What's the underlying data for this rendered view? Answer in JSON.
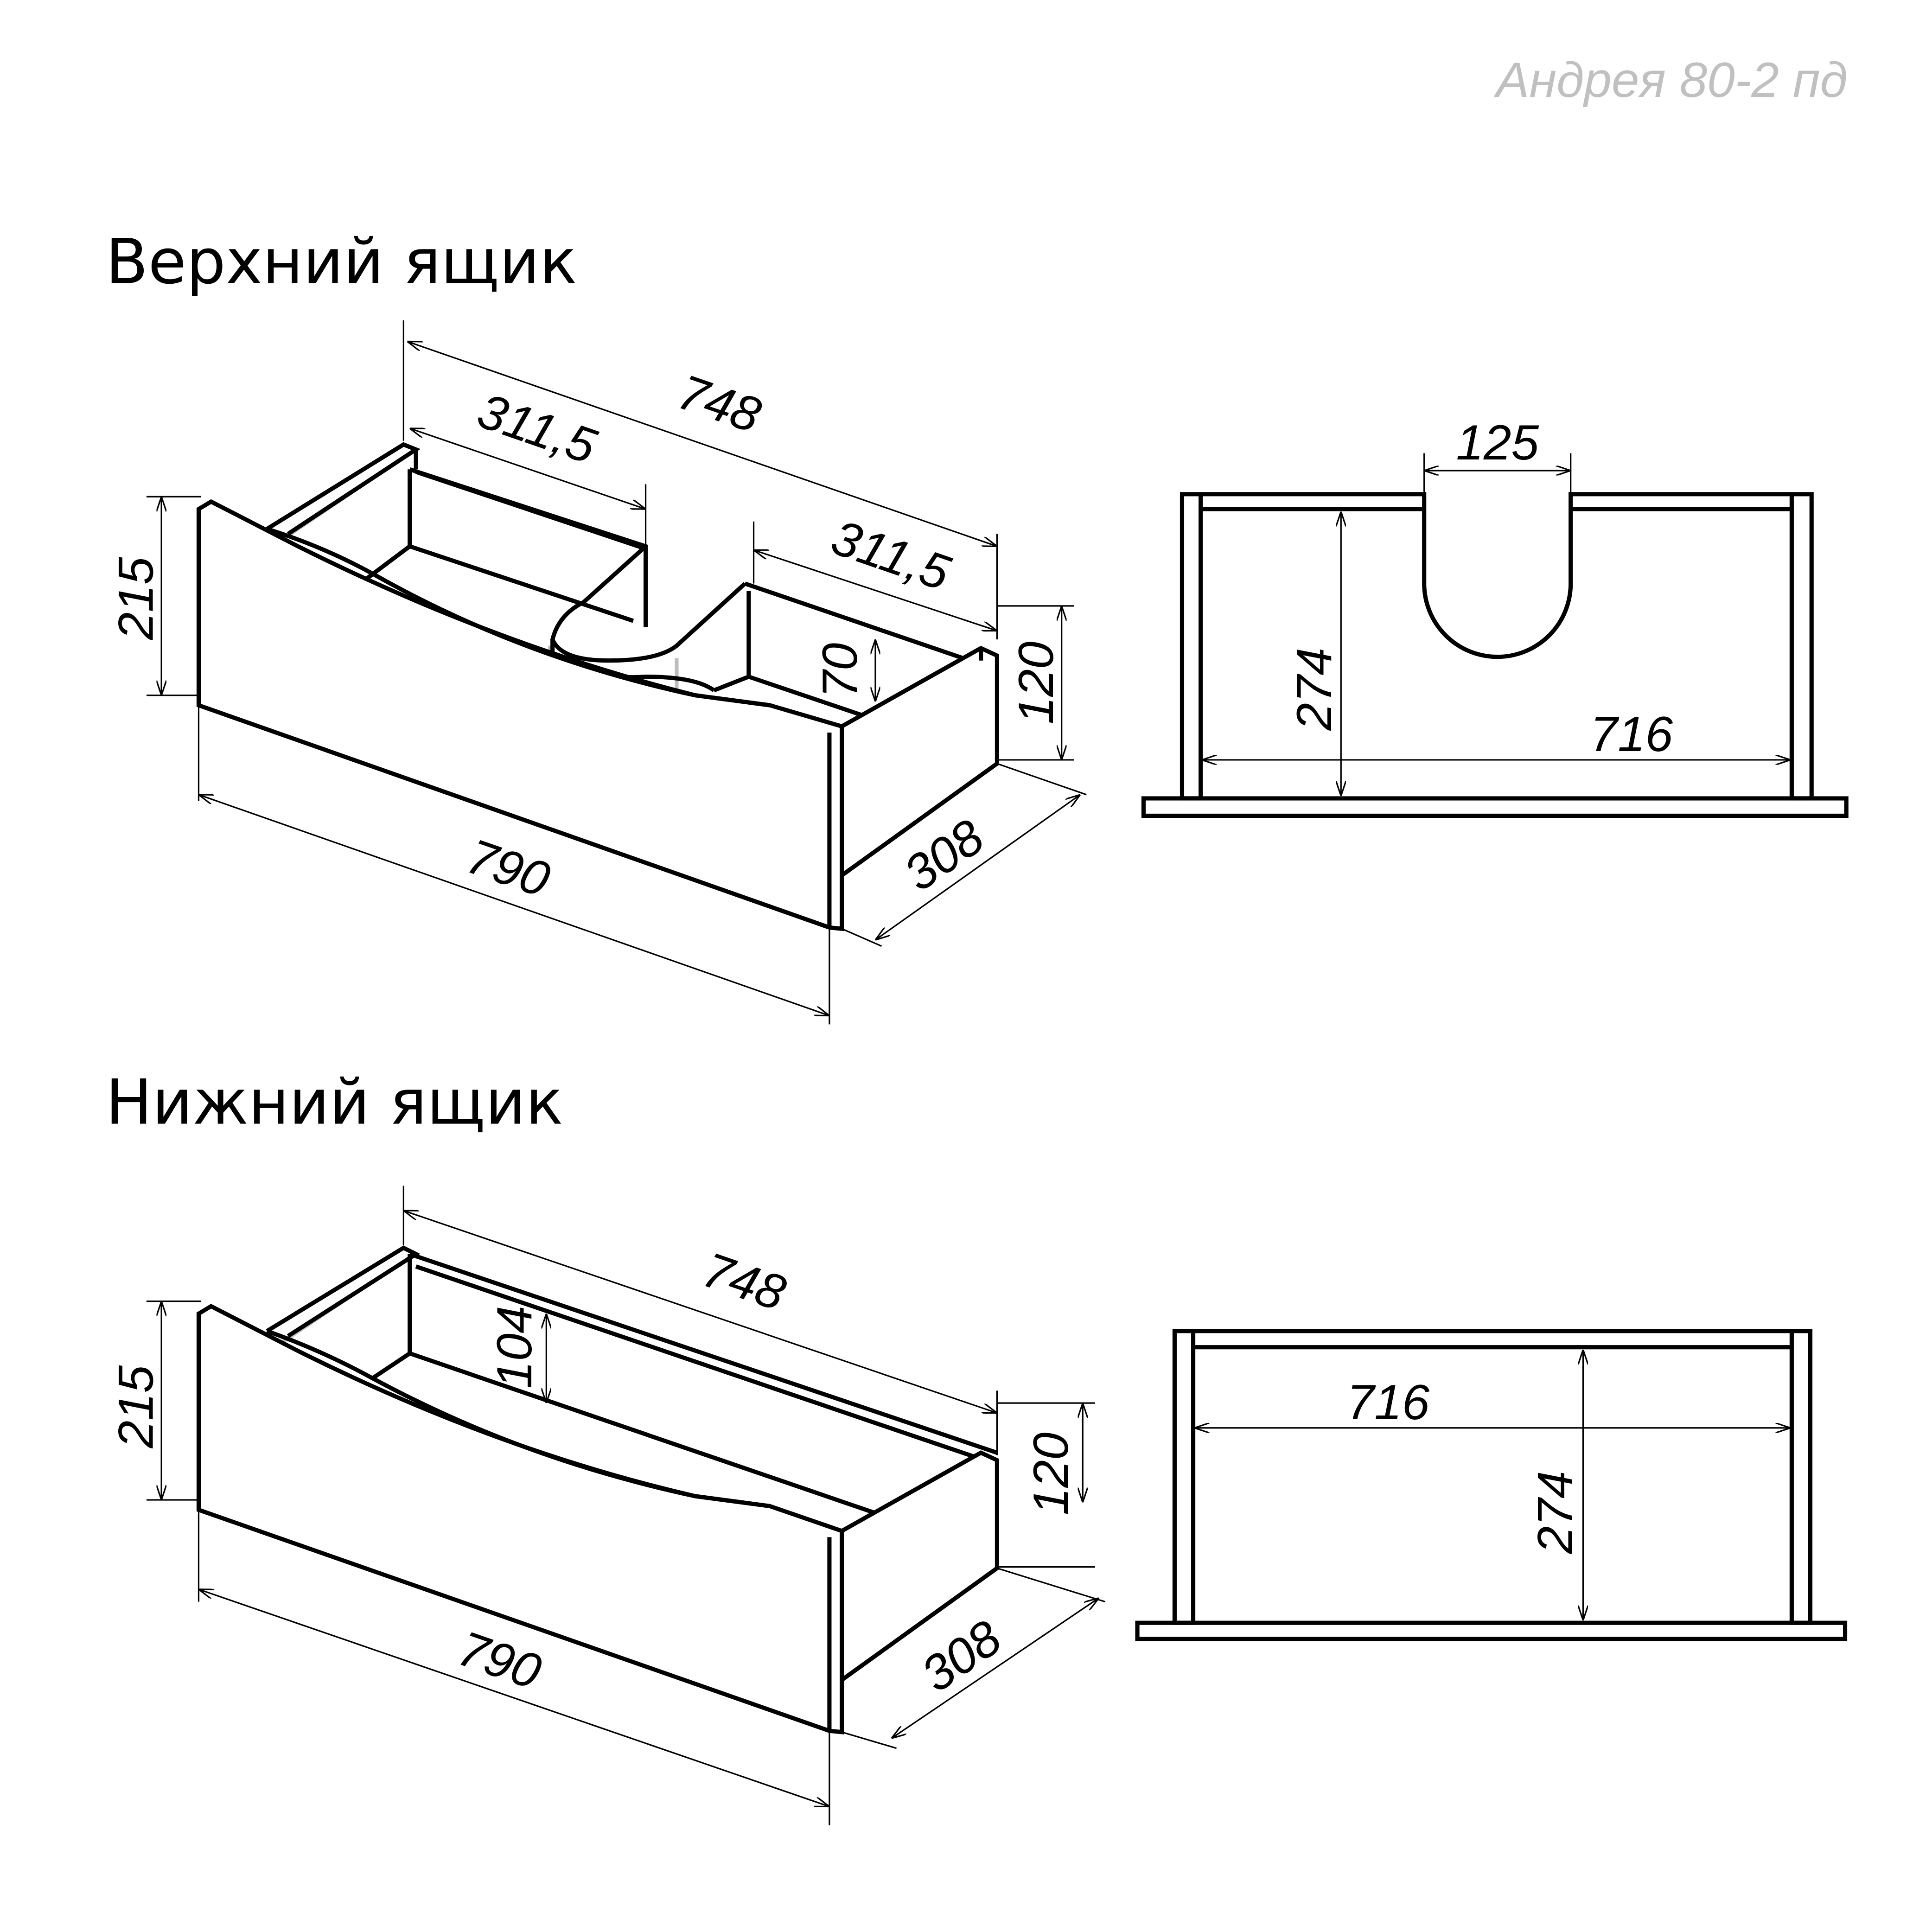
{
  "title": "Андрея 80-2 пд",
  "upper": {
    "heading": "Верхний ящик",
    "dims": {
      "length_back": "748",
      "left_part": "311,5",
      "right_part": "311,5",
      "height_front": "215",
      "cut_depth": "70",
      "height_side": "120",
      "depth": "308",
      "length_front": "790"
    },
    "plan": {
      "cutout_width": "125",
      "inner_depth": "274",
      "inner_width": "716"
    }
  },
  "lower": {
    "heading": "Нижний ящик",
    "dims": {
      "length_back": "748",
      "back_height": "104",
      "height_front": "215",
      "height_side": "120",
      "depth": "308",
      "length_front": "790"
    },
    "plan": {
      "inner_width": "716",
      "inner_depth": "274"
    }
  }
}
